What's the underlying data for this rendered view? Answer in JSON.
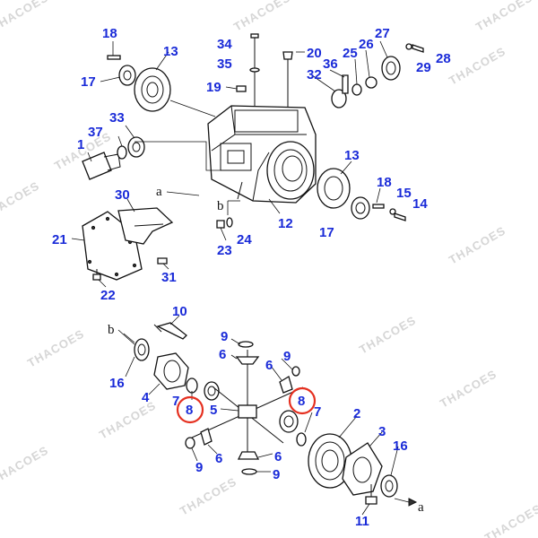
{
  "watermark": "THACOES",
  "highlight_color": "#e53020",
  "callout_color": "#1a2bd8",
  "upper_assembly": {
    "callouts": {
      "p18a": "18",
      "p13a": "13",
      "p17a": "17",
      "p1": "1",
      "p37": "37",
      "p33": "33",
      "p34": "34",
      "p35": "35",
      "p19": "19",
      "p20": "20",
      "p36": "36",
      "p32": "32",
      "p25": "25",
      "p26": "26",
      "p27": "27",
      "p29": "29",
      "p28": "28",
      "p13b": "13",
      "p18b": "18",
      "p15": "15",
      "p14": "14",
      "p17b": "17",
      "p12": "12",
      "p30": "30",
      "p21": "21",
      "p22": "22",
      "p31": "31",
      "p23": "23",
      "p24": "24"
    },
    "refs": {
      "a": "a",
      "b": "b"
    }
  },
  "lower_assembly": {
    "callouts": {
      "p10": "10",
      "p16a": "16",
      "p4": "4",
      "p9a": "9",
      "p6a": "6",
      "p9b": "9",
      "p6b": "6",
      "p7a": "7",
      "p8a": "8",
      "p5": "5",
      "p8b": "8",
      "p7b": "7",
      "p2": "2",
      "p3": "3",
      "p16b": "16",
      "p9c": "9",
      "p6c": "6",
      "p6d": "6",
      "p9d": "9",
      "p11": "11"
    },
    "refs": {
      "b": "b",
      "a": "a"
    }
  }
}
